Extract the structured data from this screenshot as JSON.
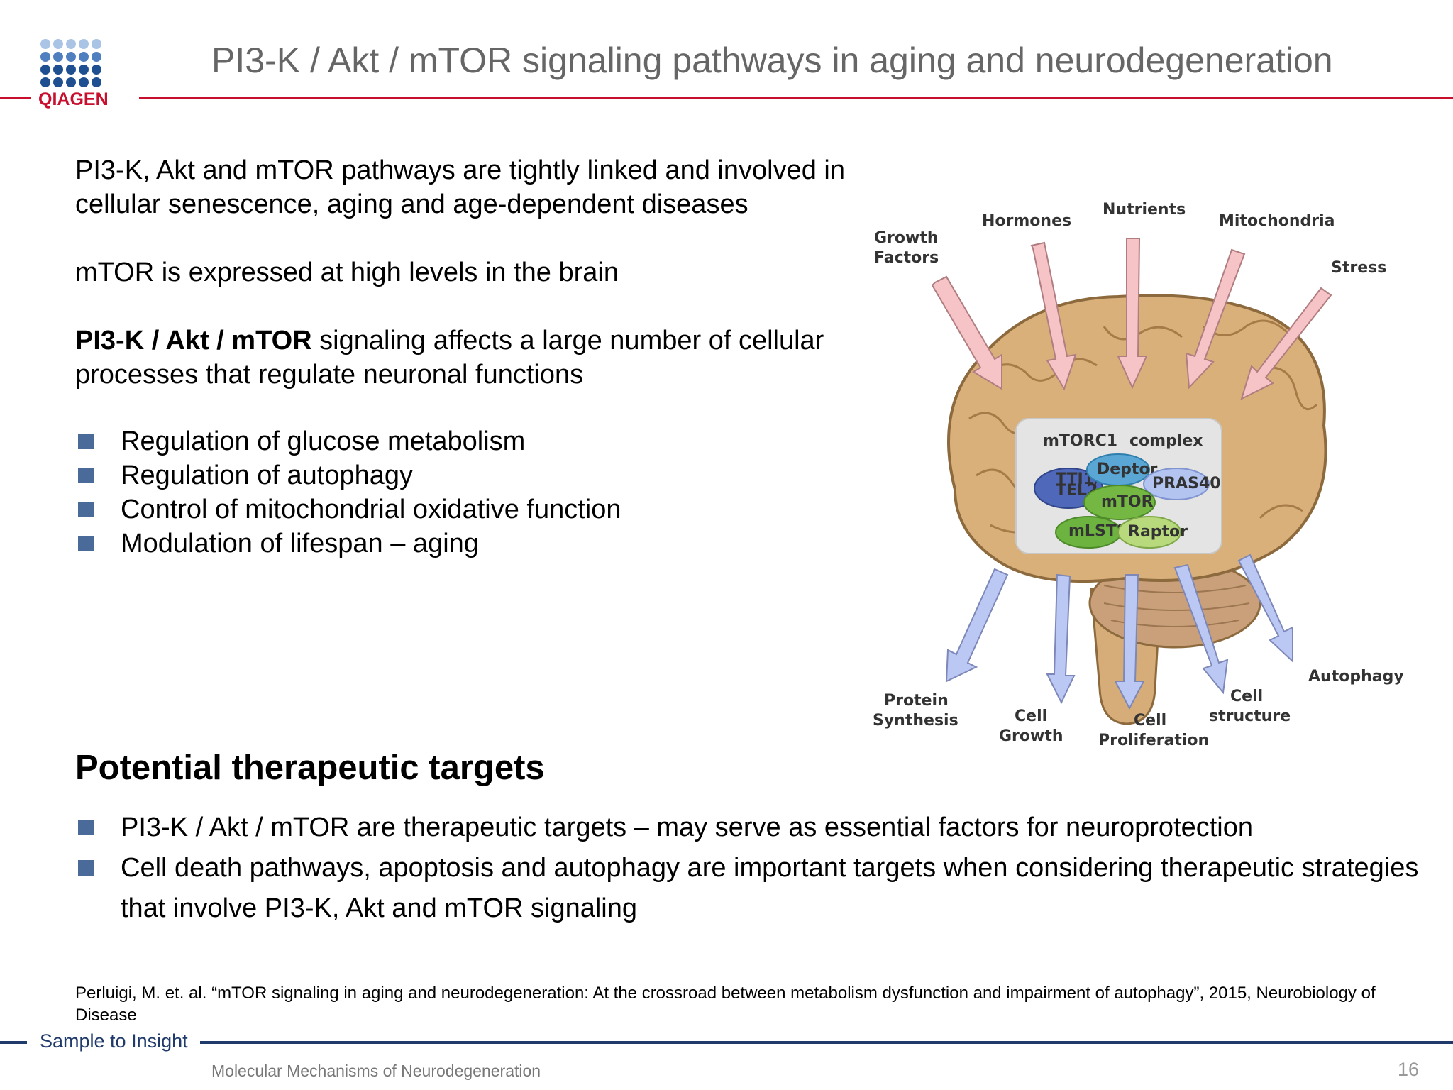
{
  "header": {
    "logo_text": "QIAGEN",
    "title": "PI3-K / Akt / mTOR signaling pathways in aging and neurodegeneration"
  },
  "intro": {
    "line1": "PI3-K, Akt and mTOR pathways are tightly linked and involved in cellular senescence, aging and age-dependent diseases",
    "line2": "mTOR is expressed at high levels in the brain",
    "line3_bold": "PI3-K / Akt / mTOR",
    "line3_rest": " signaling affects a large number of cellular processes that regulate neuronal functions"
  },
  "bullets_1": [
    "Regulation of glucose metabolism",
    "Regulation of autophagy",
    "Control of mitochondrial oxidative function",
    "Modulation of lifespan – aging"
  ],
  "targets": {
    "heading": "Potential therapeutic targets",
    "bullets": [
      "PI3-K / Akt / mTOR are therapeutic targets – may serve as essential factors for neuroprotection",
      "Cell death pathways, apoptosis and autophagy are important targets when considering therapeutic strategies that involve PI3-K, Akt and mTOR signaling"
    ]
  },
  "reference": "Perluigi, M. et. al. “mTOR signaling in aging and neurodegeneration: At the crossroad between metabolism dysfunction and impairment of autophagy”, 2015, Neurobiology of Disease",
  "footer": {
    "tagline": "Sample to Insight",
    "course": "Molecular Mechanisms of Neurodegeneration",
    "page": "16"
  },
  "diagram": {
    "inputs": {
      "growth_1": "Growth",
      "growth_2": "Factors",
      "hormones": "Hormones",
      "nutrients": "Nutrients",
      "mitochondria": "Mitochondria",
      "stress": "Stress"
    },
    "complex": {
      "title": "mTORC1",
      "title_suffix": "complex",
      "tti_1": "TTI1/",
      "tti_2": "TEL2",
      "deptor": "Deptor",
      "pras40": "PRAS40",
      "mtor": "mTOR",
      "mlst8": "mLST8",
      "raptor": "Raptor"
    },
    "outputs": {
      "protein_1": "Protein",
      "protein_2": "Synthesis",
      "cellgrowth_1": "Cell",
      "cellgrowth_2": "Growth",
      "cellprolif_1": "Cell",
      "cellprolif_2": "Proliferation",
      "cellstruct_1": "Cell",
      "cellstruct_2": "structure",
      "autophagy": "Autophagy"
    },
    "colors": {
      "input_arrow": "#f6c3c6",
      "output_arrow": "#bcc8f4",
      "brain": "#d9b07a",
      "complex_box": "#e4e4e4"
    }
  }
}
